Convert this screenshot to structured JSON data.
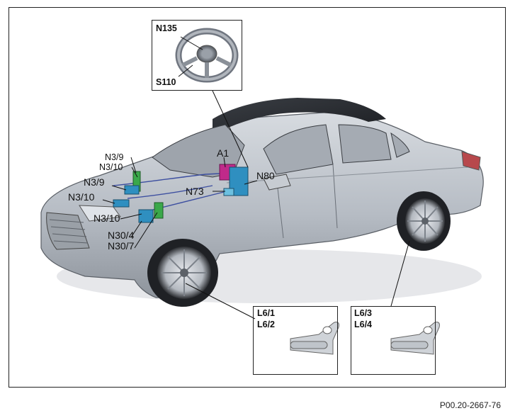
{
  "figure_code": "P00.20-2667-76",
  "labels": {
    "n135": "N135",
    "s110": "S110",
    "a1": "A1",
    "n80": "N80",
    "n73": "N73",
    "n3_9_top": "N3/9",
    "n3_10_top": "N3/10",
    "n3_9_mid": "N3/9",
    "n3_10_mid": "N3/10",
    "n3_10_low": "N3/10",
    "n30_4": "N30/4",
    "n30_7": "N30/7",
    "l6_1": "L6/1",
    "l6_2": "L6/2",
    "l6_3": "L6/3",
    "l6_4": "L6/4"
  },
  "colors": {
    "car_body": "#b9bec5",
    "car_dark": "#2b2e33",
    "module_blue": "#2f8fc0",
    "module_green": "#3aa84a",
    "module_magenta": "#c02a8a"
  }
}
